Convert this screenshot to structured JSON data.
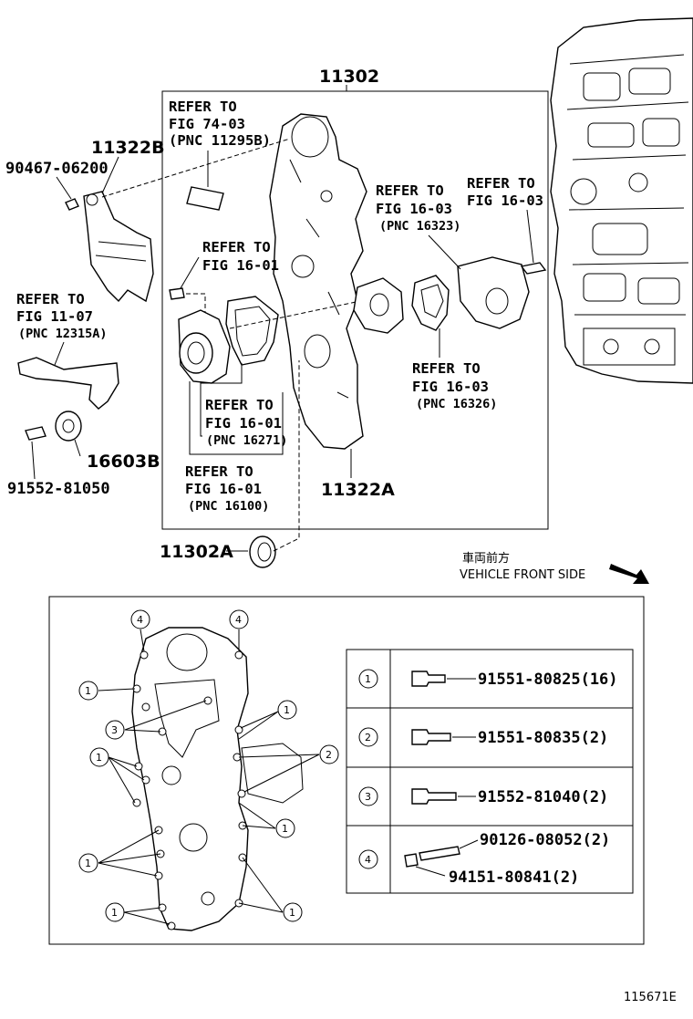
{
  "labels": {
    "timing_cover": "11302",
    "bracket_b": "11322B",
    "bolt_top": "90467-06200",
    "idler": "16603B",
    "idler_bolt": "91552-81050",
    "cover_a": "11322A",
    "seal": "11302A"
  },
  "refs": {
    "r1": [
      "REFER TO",
      "FIG 74-03",
      "(PNC 11295B)"
    ],
    "r2": [
      "REFER TO",
      "FIG 16-01"
    ],
    "r3": [
      "REFER TO",
      "FIG 11-07",
      "(PNC 12315A)"
    ],
    "r4": [
      "REFER TO",
      "FIG 16-01",
      "(PNC 16271)"
    ],
    "r5": [
      "REFER TO",
      "FIG 16-01",
      "(PNC 16100)"
    ],
    "r6": [
      "REFER TO",
      "FIG 16-03",
      "(PNC 16323)"
    ],
    "r7": [
      "REFER TO",
      "FIG 16-03"
    ],
    "r8": [
      "REFER TO",
      "FIG 16-03",
      "(PNC 16326)"
    ]
  },
  "front": {
    "jp": "車両前方",
    "en": "VEHICLE FRONT SIDE"
  },
  "callouts": {
    "one": "1",
    "two": "2",
    "three": "3",
    "four": "4"
  },
  "bolt_table": [
    {
      "key": "1",
      "parts": [
        "91551-80825(16)"
      ]
    },
    {
      "key": "2",
      "parts": [
        "91551-80835(2)"
      ]
    },
    {
      "key": "3",
      "parts": [
        "91552-81040(2)"
      ]
    },
    {
      "key": "4",
      "parts": [
        "90126-08052(2)",
        "94151-80841(2)"
      ]
    }
  ],
  "figure_id": "115671E"
}
